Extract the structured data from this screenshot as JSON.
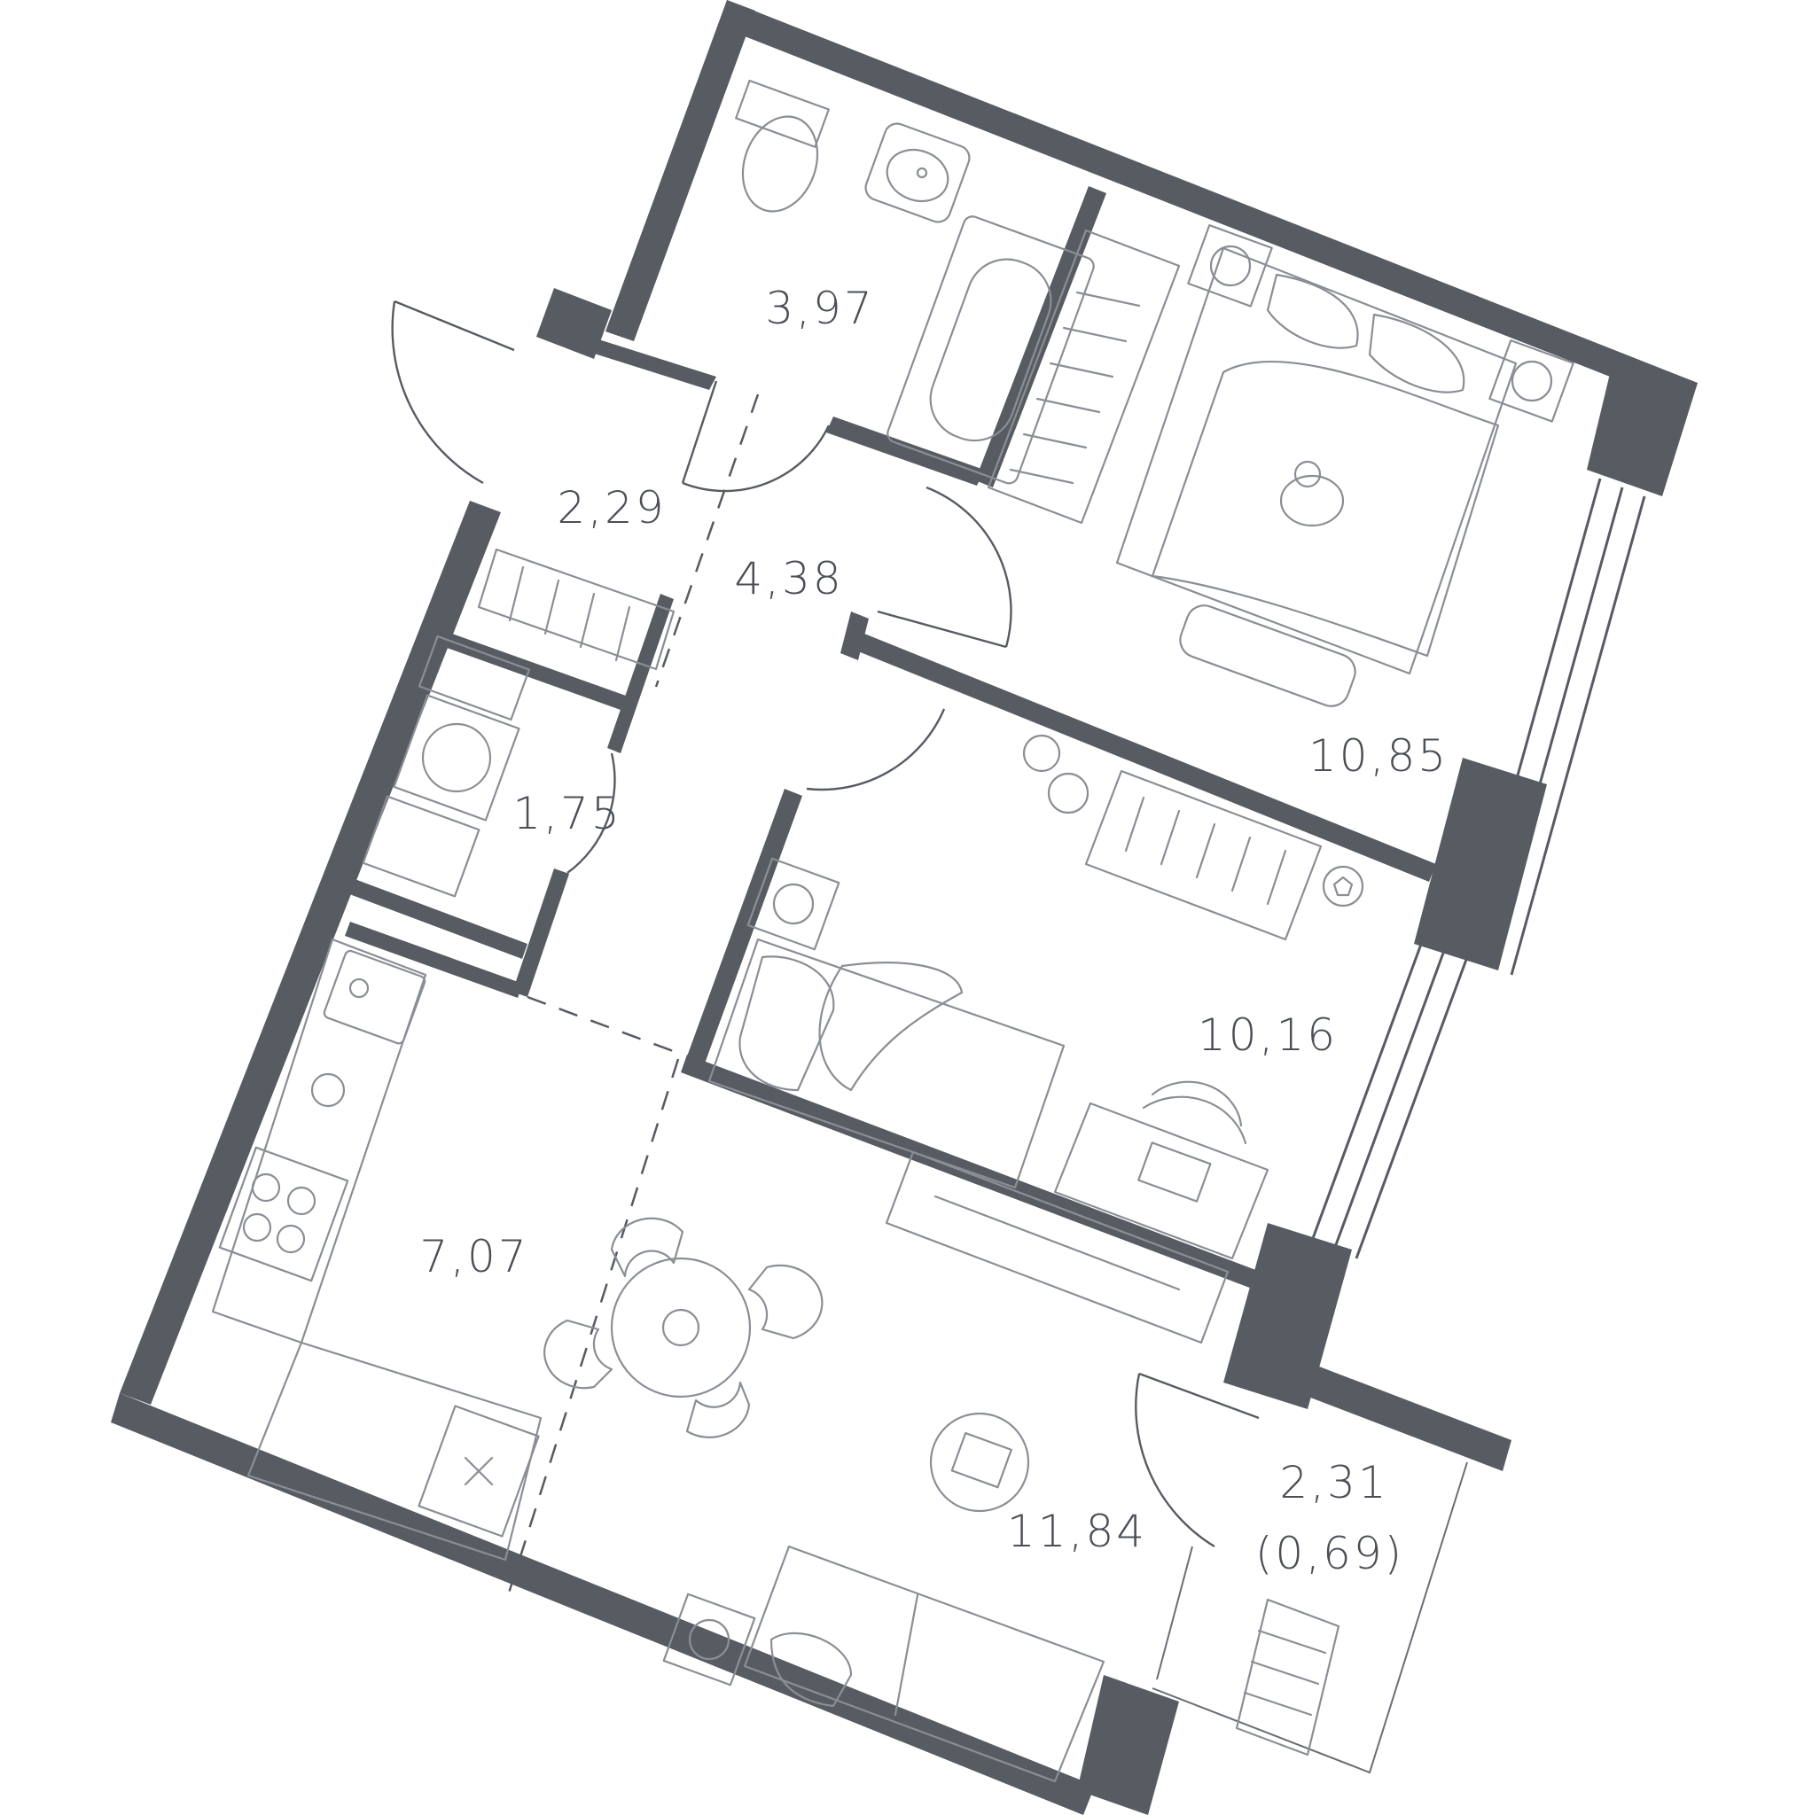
{
  "rooms": {
    "bathroom": {
      "area": "3,97"
    },
    "entrance": {
      "area": "2,29"
    },
    "hallway": {
      "area": "4,38"
    },
    "bedroom": {
      "area": "10,85"
    },
    "storage": {
      "area": "1,75"
    },
    "kids_room": {
      "area": "10,16"
    },
    "kitchen": {
      "area": "7,07"
    },
    "living_room": {
      "area": "11,84"
    },
    "balcony": {
      "area": "2,31",
      "area_reduced": "(0,69)"
    }
  },
  "colors": {
    "wall": "#575b62",
    "line": "#6a6e75",
    "furniture": "#8a8e95",
    "label": "#4a4e55",
    "background": "#ffffff"
  },
  "icons": [
    "toilet-icon",
    "sink-icon",
    "bathtub-icon",
    "bed-icon",
    "cat-icon",
    "washing-machine-icon",
    "desk-icon",
    "chair-icon",
    "laptop-icon",
    "soccer-ball-icon",
    "stove-icon",
    "dining-table-icon",
    "sofa-icon",
    "lounge-chair-icon",
    "floor-lamp-icon",
    "wardrobe-icon",
    "rug-icon",
    "plant-icon"
  ]
}
